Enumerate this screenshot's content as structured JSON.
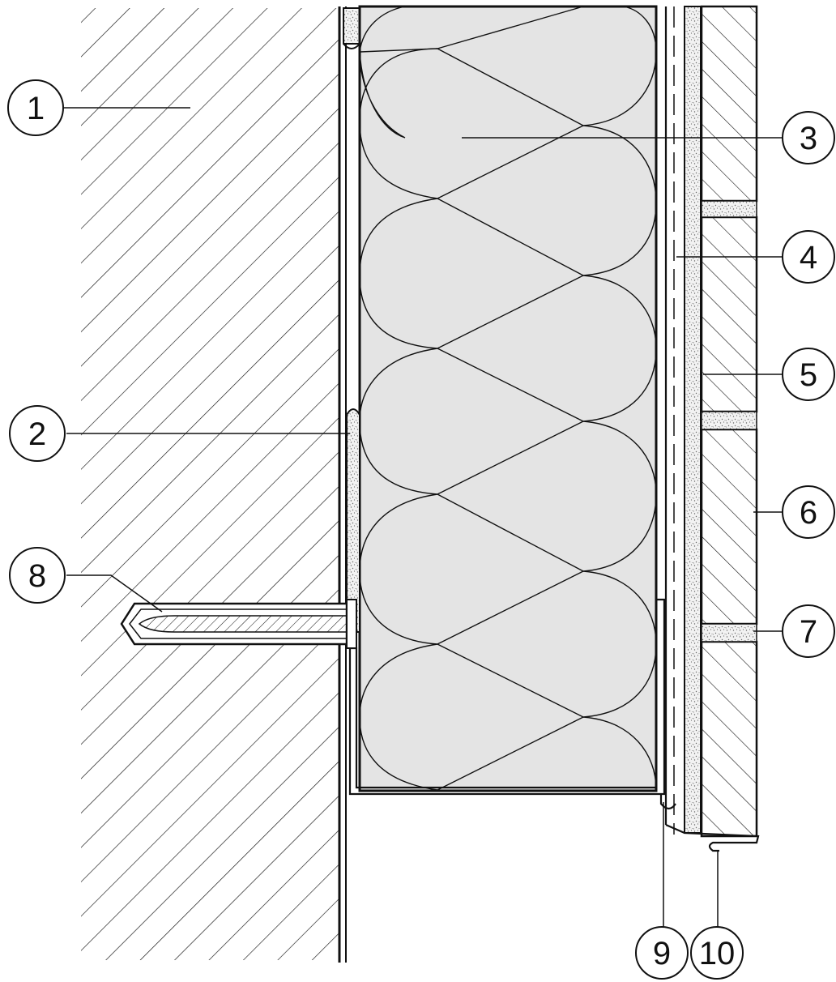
{
  "colors": {
    "line": "#111111",
    "insulation": "#e4e4e4",
    "background": "#ffffff",
    "mortar_speckle": "#8a8a8a"
  },
  "callouts": [
    {
      "id": "1",
      "label": "1"
    },
    {
      "id": "2",
      "label": "2"
    },
    {
      "id": "3",
      "label": "3"
    },
    {
      "id": "4",
      "label": "4"
    },
    {
      "id": "5",
      "label": "5"
    },
    {
      "id": "6",
      "label": "6"
    },
    {
      "id": "7",
      "label": "7"
    },
    {
      "id": "8",
      "label": "8"
    },
    {
      "id": "9",
      "label": "9"
    },
    {
      "id": "10",
      "label": "10"
    }
  ]
}
